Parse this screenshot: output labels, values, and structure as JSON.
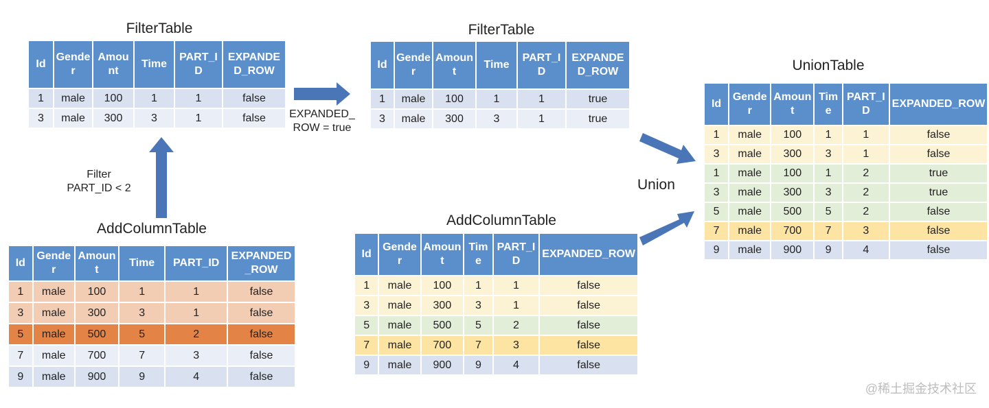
{
  "colors": {
    "header": "#5b8fcb",
    "arrow": "#4a76b8",
    "row_blue": "#d9e1f0",
    "row_light": "#eaeef7",
    "row_pink": "#f3ccb4",
    "row_orange": "#e38446",
    "row_yellow": "#fcf2d4",
    "row_gold": "#fde4a2",
    "row_green": "#e3eed9"
  },
  "labels": {
    "expand_note": [
      "EXPANDED_",
      "ROW = true"
    ],
    "filter_note": [
      "Filter",
      "PART_ID < 2"
    ],
    "union": "Union",
    "watermark": "@稀土掘金技术社区"
  },
  "tables": [
    {
      "id": "filter1",
      "title": "FilterTable",
      "columns": [
        "Id",
        "Gender",
        "Amount",
        "Time",
        "PART_ID",
        "EXPANDED_ROW"
      ],
      "rows": [
        {
          "style": "blue",
          "cells": [
            "1",
            "male",
            "100",
            "1",
            "1",
            "false"
          ]
        },
        {
          "style": "light",
          "cells": [
            "3",
            "male",
            "300",
            "3",
            "1",
            "false"
          ]
        }
      ]
    },
    {
      "id": "filter2",
      "title": "FilterTable",
      "columns": [
        "Id",
        "Gender",
        "Amount",
        "Time",
        "PART_ID",
        "EXPANDED_ROW"
      ],
      "rows": [
        {
          "style": "blue",
          "cells": [
            "1",
            "male",
            "100",
            "1",
            "1",
            "true"
          ]
        },
        {
          "style": "light",
          "cells": [
            "3",
            "male",
            "300",
            "3",
            "1",
            "true"
          ]
        }
      ]
    },
    {
      "id": "add1",
      "title": "AddColumnTable",
      "columns": [
        "Id",
        "Gender",
        "Amount",
        "Time",
        "PART_ID",
        "EXPANDED_ROW"
      ],
      "rows": [
        {
          "style": "pink",
          "cells": [
            "1",
            "male",
            "100",
            "1",
            "1",
            "false"
          ]
        },
        {
          "style": "pink",
          "cells": [
            "3",
            "male",
            "300",
            "3",
            "1",
            "false"
          ]
        },
        {
          "style": "orange",
          "cells": [
            "5",
            "male",
            "500",
            "5",
            "2",
            "false"
          ]
        },
        {
          "style": "light",
          "cells": [
            "7",
            "male",
            "700",
            "7",
            "3",
            "false"
          ]
        },
        {
          "style": "blue",
          "cells": [
            "9",
            "male",
            "900",
            "9",
            "4",
            "false"
          ]
        }
      ]
    },
    {
      "id": "add2",
      "title": "AddColumnTable",
      "columns": [
        "Id",
        "Gender",
        "Amount",
        "Time",
        "PART_ID",
        "EXPANDED_ROW"
      ],
      "rows": [
        {
          "style": "yellow",
          "cells": [
            "1",
            "male",
            "100",
            "1",
            "1",
            "false"
          ]
        },
        {
          "style": "yellow",
          "cells": [
            "3",
            "male",
            "300",
            "3",
            "1",
            "false"
          ]
        },
        {
          "style": "green",
          "cells": [
            "5",
            "male",
            "500",
            "5",
            "2",
            "false"
          ]
        },
        {
          "style": "gold",
          "cells": [
            "7",
            "male",
            "700",
            "7",
            "3",
            "false"
          ]
        },
        {
          "style": "blue",
          "cells": [
            "9",
            "male",
            "900",
            "9",
            "4",
            "false"
          ]
        }
      ]
    },
    {
      "id": "union",
      "title": "UnionTable",
      "columns": [
        "Id",
        "Gender",
        "Amount",
        "Time",
        "PART_ID",
        "EXPANDED_ROW"
      ],
      "rows": [
        {
          "style": "yellow",
          "cells": [
            "1",
            "male",
            "100",
            "1",
            "1",
            "false"
          ]
        },
        {
          "style": "yellow",
          "cells": [
            "3",
            "male",
            "300",
            "3",
            "1",
            "false"
          ]
        },
        {
          "style": "green",
          "cells": [
            "1",
            "male",
            "100",
            "1",
            "2",
            "true"
          ]
        },
        {
          "style": "green",
          "cells": [
            "3",
            "male",
            "300",
            "3",
            "2",
            "true"
          ]
        },
        {
          "style": "green",
          "cells": [
            "5",
            "male",
            "500",
            "5",
            "2",
            "false"
          ]
        },
        {
          "style": "gold",
          "cells": [
            "7",
            "male",
            "700",
            "7",
            "3",
            "false"
          ]
        },
        {
          "style": "blue",
          "cells": [
            "9",
            "male",
            "900",
            "9",
            "4",
            "false"
          ]
        }
      ]
    }
  ]
}
